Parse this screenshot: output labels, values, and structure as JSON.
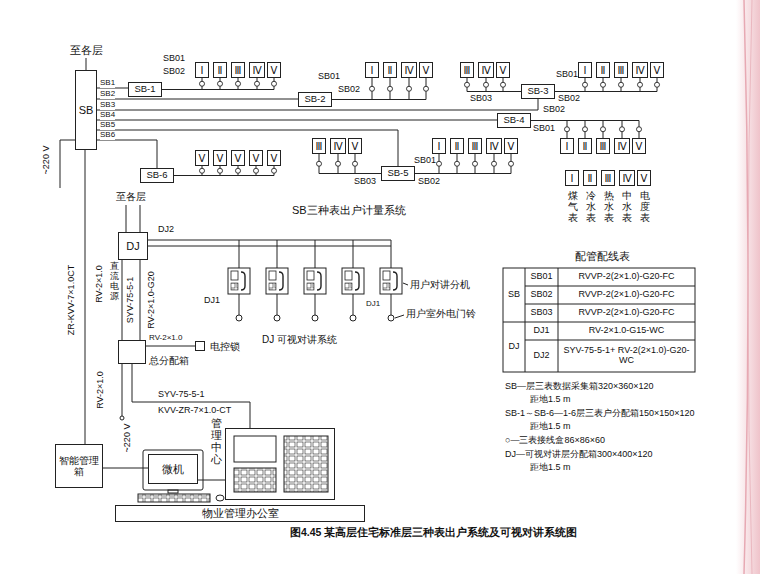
{
  "diagram": {
    "caption": "图4.45 某高层住宅标准层三种表出户系统及可视对讲系统图",
    "nodes": [
      {
        "text": [
          "SB"
        ]
      },
      {
        "text": [
          "SB-1"
        ]
      },
      {
        "text": [
          "SB-2"
        ]
      },
      {
        "text": [
          "SB-3"
        ]
      },
      {
        "text": [
          "SB-4"
        ]
      },
      {
        "text": [
          "SB-5"
        ]
      },
      {
        "text": [
          "SB-6"
        ]
      },
      {
        "text": [
          "Ⅰ"
        ]
      },
      {
        "text": [
          "Ⅱ"
        ]
      },
      {
        "text": [
          "Ⅲ"
        ]
      },
      {
        "text": [
          "Ⅳ"
        ]
      },
      {
        "text": [
          "Ⅴ"
        ]
      },
      {
        "text": [
          "Ⅰ"
        ]
      },
      {
        "text": [
          "Ⅱ"
        ]
      },
      {
        "text": [
          "Ⅳ"
        ]
      },
      {
        "text": [
          "Ⅴ"
        ]
      },
      {
        "text": [
          "Ⅲ"
        ]
      },
      {
        "text": [
          "Ⅳ"
        ]
      },
      {
        "text": [
          "Ⅴ"
        ]
      },
      {
        "text": [
          "Ⅰ"
        ]
      },
      {
        "text": [
          "Ⅱ"
        ]
      },
      {
        "text": [
          "Ⅲ"
        ]
      },
      {
        "text": [
          "Ⅳ"
        ]
      },
      {
        "text": [
          "Ⅴ"
        ]
      },
      {
        "text": [
          "Ⅰ"
        ]
      },
      {
        "text": [
          "Ⅱ"
        ]
      },
      {
        "text": [
          "Ⅲ"
        ]
      },
      {
        "text": [
          "Ⅳ"
        ]
      },
      {
        "text": [
          "Ⅴ"
        ]
      },
      {
        "text": [
          "Ⅲ"
        ]
      },
      {
        "text": [
          "Ⅳ"
        ]
      },
      {
        "text": [
          "Ⅴ"
        ]
      },
      {
        "text": [
          "Ⅰ"
        ]
      },
      {
        "text": [
          "Ⅱ"
        ]
      },
      {
        "text": [
          "Ⅲ"
        ]
      },
      {
        "text": [
          "Ⅳ"
        ]
      },
      {
        "text": [
          "Ⅴ"
        ]
      },
      {
        "text": [
          "Ⅴ"
        ]
      },
      {
        "text": [
          "Ⅴ"
        ]
      },
      {
        "text": [
          "Ⅴ"
        ]
      },
      {
        "text": [
          "Ⅴ"
        ]
      },
      {
        "text": [
          "Ⅴ"
        ]
      },
      {
        "text": [
          "Ⅰ",
          "煤气表"
        ]
      },
      {
        "text": [
          "Ⅱ",
          "冷水表"
        ]
      },
      {
        "text": [
          "Ⅲ",
          "热水表"
        ]
      },
      {
        "text": [
          "Ⅳ",
          "中水表"
        ]
      },
      {
        "text": [
          "Ⅴ",
          "电度表"
        ]
      },
      {
        "text": [
          "DJ"
        ]
      },
      {
        "text": [
          "总分配箱"
        ]
      },
      {
        "text": [
          "电控锁"
        ]
      },
      {
        "text": [
          "管理中心"
        ]
      },
      {
        "text": [
          "微机"
        ]
      },
      {
        "text": [
          "智能管理箱"
        ]
      },
      {
        "text": [
          "物业管理办公室"
        ]
      }
    ],
    "edges": [
      {
        "from": 0,
        "to": 1,
        "arrow": "none",
        "label": "SB1"
      },
      {
        "from": 0,
        "to": 2,
        "arrow": "none",
        "label": "SB2"
      },
      {
        "from": 0,
        "to": 3,
        "arrow": "none",
        "label": "SB3"
      },
      {
        "from": 0,
        "to": 4,
        "arrow": "none",
        "label": "SB4"
      },
      {
        "from": 0,
        "to": 5,
        "arrow": "none",
        "label": "SB5"
      },
      {
        "from": 0,
        "to": 6,
        "arrow": "none",
        "label": "SB6"
      },
      {
        "from": 1,
        "to": 7,
        "arrow": "none"
      },
      {
        "from": 1,
        "to": 8,
        "arrow": "none"
      },
      {
        "from": 1,
        "to": 9,
        "arrow": "none"
      },
      {
        "from": 1,
        "to": 10,
        "arrow": "none"
      },
      {
        "from": 1,
        "to": 11,
        "arrow": "none"
      },
      {
        "from": 2,
        "to": 12,
        "arrow": "none"
      },
      {
        "from": 2,
        "to": 13,
        "arrow": "none"
      },
      {
        "from": 2,
        "to": 14,
        "arrow": "none"
      },
      {
        "from": 2,
        "to": 15,
        "arrow": "none"
      },
      {
        "from": 3,
        "to": 16,
        "arrow": "none"
      },
      {
        "from": 3,
        "to": 17,
        "arrow": "none"
      },
      {
        "from": 3,
        "to": 18,
        "arrow": "none"
      },
      {
        "from": 3,
        "to": 19,
        "arrow": "none"
      },
      {
        "from": 3,
        "to": 20,
        "arrow": "none"
      },
      {
        "from": 3,
        "to": 21,
        "arrow": "none"
      },
      {
        "from": 3,
        "to": 22,
        "arrow": "none"
      },
      {
        "from": 3,
        "to": 23,
        "arrow": "none"
      },
      {
        "from": 4,
        "to": 24,
        "arrow": "none"
      },
      {
        "from": 4,
        "to": 25,
        "arrow": "none"
      },
      {
        "from": 4,
        "to": 26,
        "arrow": "none"
      },
      {
        "from": 4,
        "to": 27,
        "arrow": "none"
      },
      {
        "from": 4,
        "to": 28,
        "arrow": "none"
      },
      {
        "from": 5,
        "to": 29,
        "arrow": "none"
      },
      {
        "from": 5,
        "to": 30,
        "arrow": "none"
      },
      {
        "from": 5,
        "to": 31,
        "arrow": "none"
      },
      {
        "from": 5,
        "to": 32,
        "arrow": "none"
      },
      {
        "from": 5,
        "to": 33,
        "arrow": "none"
      },
      {
        "from": 5,
        "to": 34,
        "arrow": "none"
      },
      {
        "from": 5,
        "to": 35,
        "arrow": "none"
      },
      {
        "from": 5,
        "to": 36,
        "arrow": "none"
      },
      {
        "from": 6,
        "to": 37,
        "arrow": "none"
      },
      {
        "from": 6,
        "to": 38,
        "arrow": "none"
      },
      {
        "from": 6,
        "to": 39,
        "arrow": "none"
      },
      {
        "from": 6,
        "to": 40,
        "arrow": "none"
      },
      {
        "from": 6,
        "to": 41,
        "arrow": "none"
      },
      {
        "from": 47,
        "to": 48,
        "arrow": "none"
      },
      {
        "from": 48,
        "to": 49,
        "arrow": "none",
        "label": "RV-2×1.0"
      },
      {
        "from": 48,
        "to": 50,
        "arrow": "none"
      },
      {
        "from": 50,
        "to": 51,
        "arrow": "none"
      },
      {
        "from": 51,
        "to": 52,
        "arrow": "none"
      },
      {
        "from": 52,
        "to": 0,
        "arrow": "none",
        "label": "ZR-KVV-7×1.0CT"
      }
    ],
    "labels": [
      "至各层",
      "~220 V",
      "SB01",
      "SB02",
      "SB01",
      "SB02",
      "SB03",
      "SB01",
      "SB02",
      "SB02",
      "SB01",
      "SB03",
      "SB01",
      "SB02",
      "SB三种表出户计量系统",
      "至各层",
      "DJ2",
      "DJ1",
      "DJ1",
      "用户对讲分机",
      "用户室外电门铃",
      "DJ 可视对讲系统",
      "RV-2×1.0",
      "直流电源",
      "SYV-75-5-1",
      "RV-2×1.0-G20",
      "RV-2×1.0",
      "~220 V",
      "SYV-75-5-1",
      "KVV-ZR-7×1.0-CT",
      "配管配线表",
      "SB",
      "SB01",
      "RVVP-2(2×1.0)-G20-FC",
      "SB02",
      "RVVP-2(2×1.0)-G20-FC",
      "SB03",
      "RVVP-2(2×1.0)-G20-FC",
      "DJ",
      "DJ1",
      "RV-2×1.0-G15-WC",
      "DJ2",
      "SYV-75-5-1+ RV-2(2×1.0)-G20-WC",
      "SB—层三表数据采集箱320×360×120",
      "距地1.5 m",
      "SB-1～SB-6—1-6层三表户分配箱150×150×120",
      "距地1.5 m",
      "○—三表接线盒86×86×60",
      "DJ—可视对讲层分配箱300×400×120",
      "距地1.5 m"
    ]
  }
}
